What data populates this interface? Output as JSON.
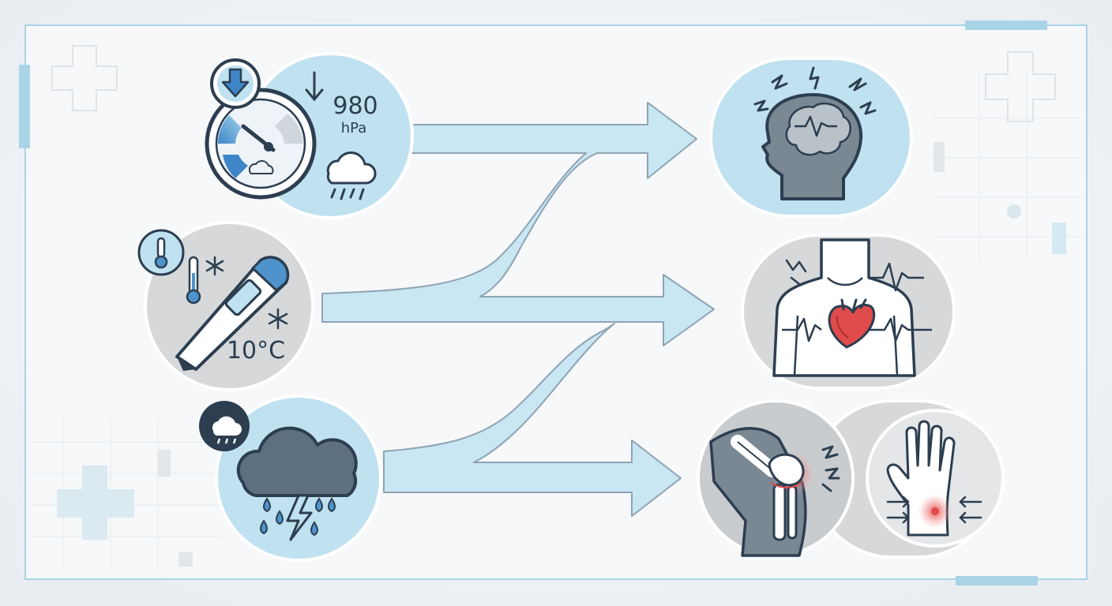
{
  "diagram": {
    "causes": {
      "pressure": {
        "value": "980",
        "unit": "hPa",
        "icons": [
          "pressure-drop-icon",
          "barometer-icon",
          "rain-cloud-icon"
        ]
      },
      "temperature": {
        "value": "10°C",
        "icons": [
          "thermometer-icon",
          "snowflake-icon"
        ]
      },
      "weather": {
        "icons": [
          "storm-cloud-icon",
          "lightning-icon",
          "raindrop-icon"
        ]
      }
    },
    "effects": [
      {
        "id": "headache",
        "icons": [
          "head-brain-icon",
          "pain-zigzag-icon"
        ]
      },
      {
        "id": "heart",
        "icons": [
          "torso-icon",
          "heart-icon",
          "heartbeat-line-icon"
        ]
      },
      {
        "id": "joint-pain",
        "icons": [
          "knee-joint-icon",
          "hand-wrist-icon",
          "pain-point-icon"
        ]
      }
    ],
    "colors": {
      "arrow_fill": "#c9e6f3",
      "arrow_stroke": "#8fa3b3",
      "cause_circle_blue": "#bfe1f0",
      "cause_circle_gray": "#d6d8da",
      "outline": "#2c3e50",
      "accent_blue": "#4f93cc",
      "pain_red": "#e04b4b",
      "frame": "#a9d4e6"
    }
  }
}
